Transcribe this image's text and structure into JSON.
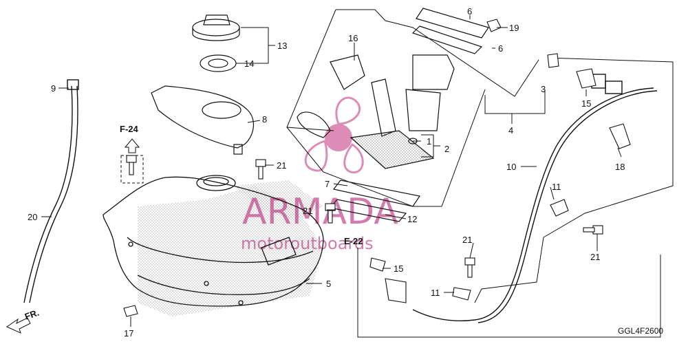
{
  "diagram": {
    "part_code": "GGL4F2600",
    "refs": {
      "f24": "F-24",
      "e22": "E-22",
      "front": "FR."
    },
    "watermark": {
      "line1": "ARMADA",
      "line2": "motoroutboards"
    },
    "callouts": {
      "c1": "1",
      "c2": "2",
      "c3": "3",
      "c4": "4",
      "c5": "5",
      "c6a": "6",
      "c6b": "6",
      "c7": "7",
      "c8": "8",
      "c9": "9",
      "c10": "10",
      "c11a": "11",
      "c11b": "11",
      "c12": "12",
      "c13": "13",
      "c14": "14",
      "c15a": "15",
      "c15b": "15",
      "c16": "16",
      "c17": "17",
      "c18": "18",
      "c19": "19",
      "c20": "20",
      "c21a": "21",
      "c21b": "21",
      "c21c": "21",
      "c21d": "21"
    }
  }
}
